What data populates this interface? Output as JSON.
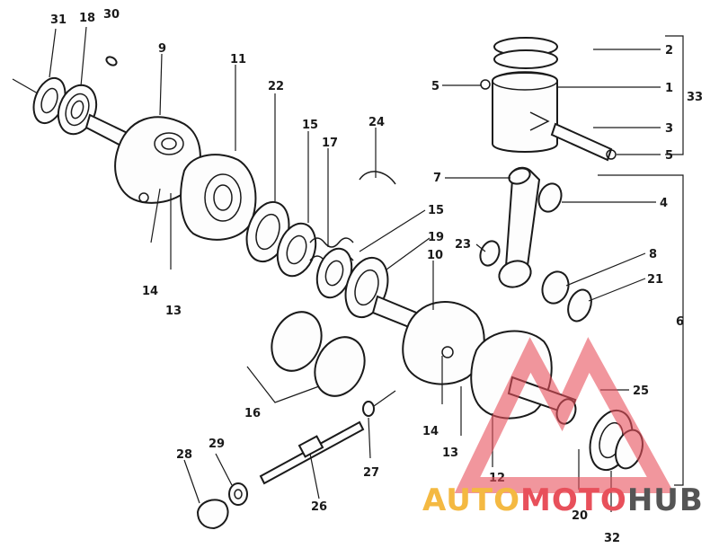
{
  "diagram": {
    "labels": [
      {
        "id": "31",
        "text": "31"
      },
      {
        "id": "18",
        "text": "18"
      },
      {
        "id": "30",
        "text": "30"
      },
      {
        "id": "9",
        "text": "9"
      },
      {
        "id": "11",
        "text": "11"
      },
      {
        "id": "22",
        "text": "22"
      },
      {
        "id": "15a",
        "text": "15"
      },
      {
        "id": "17",
        "text": "17"
      },
      {
        "id": "24",
        "text": "24"
      },
      {
        "id": "15b",
        "text": "15"
      },
      {
        "id": "19",
        "text": "19"
      },
      {
        "id": "10",
        "text": "10"
      },
      {
        "id": "2",
        "text": "2"
      },
      {
        "id": "1",
        "text": "1"
      },
      {
        "id": "5a",
        "text": "5"
      },
      {
        "id": "33",
        "text": "33"
      },
      {
        "id": "3",
        "text": "3"
      },
      {
        "id": "5b",
        "text": "5"
      },
      {
        "id": "7",
        "text": "7"
      },
      {
        "id": "4",
        "text": "4"
      },
      {
        "id": "23",
        "text": "23"
      },
      {
        "id": "8",
        "text": "8"
      },
      {
        "id": "21",
        "text": "21"
      },
      {
        "id": "6",
        "text": "6"
      },
      {
        "id": "14a",
        "text": "14"
      },
      {
        "id": "13a",
        "text": "13"
      },
      {
        "id": "16",
        "text": "16"
      },
      {
        "id": "25",
        "text": "25"
      },
      {
        "id": "14b",
        "text": "14"
      },
      {
        "id": "13b",
        "text": "13"
      },
      {
        "id": "12",
        "text": "12"
      },
      {
        "id": "20",
        "text": "20"
      },
      {
        "id": "32",
        "text": "32"
      },
      {
        "id": "28",
        "text": "28"
      },
      {
        "id": "29",
        "text": "29"
      },
      {
        "id": "26",
        "text": "26"
      },
      {
        "id": "27",
        "text": "27"
      }
    ]
  },
  "watermark": {
    "part1": "AUTO",
    "part2": "MOTO",
    "part3": "HUB",
    "color_auto": "#f4b942",
    "color_moto": "#e8505b",
    "color_hub": "#555555"
  }
}
